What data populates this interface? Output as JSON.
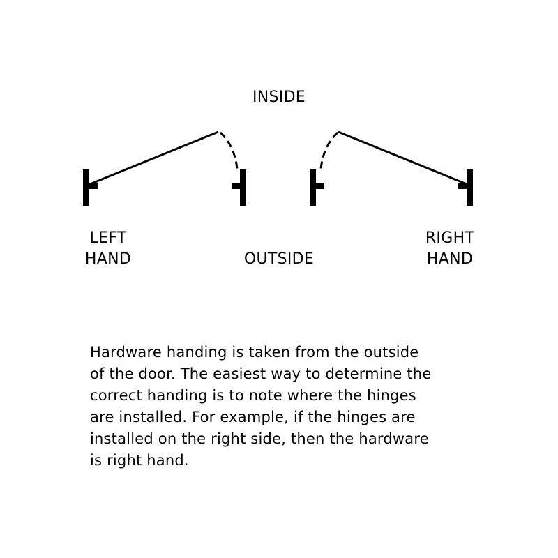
{
  "labels": {
    "inside": "INSIDE",
    "outside": "OUTSIDE",
    "left_hand": [
      "LEFT",
      "HAND"
    ],
    "right_hand": [
      "RIGHT",
      "HAND"
    ]
  },
  "caption": {
    "lines": [
      [
        "Hardware handing is taken from the outside",
        "",
        ""
      ],
      [
        "of the door. The easiest way to determine the",
        "",
        ""
      ],
      [
        "correct handing is to note where the hinges",
        "",
        ""
      ],
      [
        "are installed. For example, if the hinges are",
        "",
        ""
      ],
      [
        "installed on the ",
        "right side",
        ", then the hardware"
      ],
      [
        "is ",
        "right hand",
        "."
      ]
    ]
  },
  "colors": {
    "ink": "#000000",
    "background": "#ffffff"
  }
}
